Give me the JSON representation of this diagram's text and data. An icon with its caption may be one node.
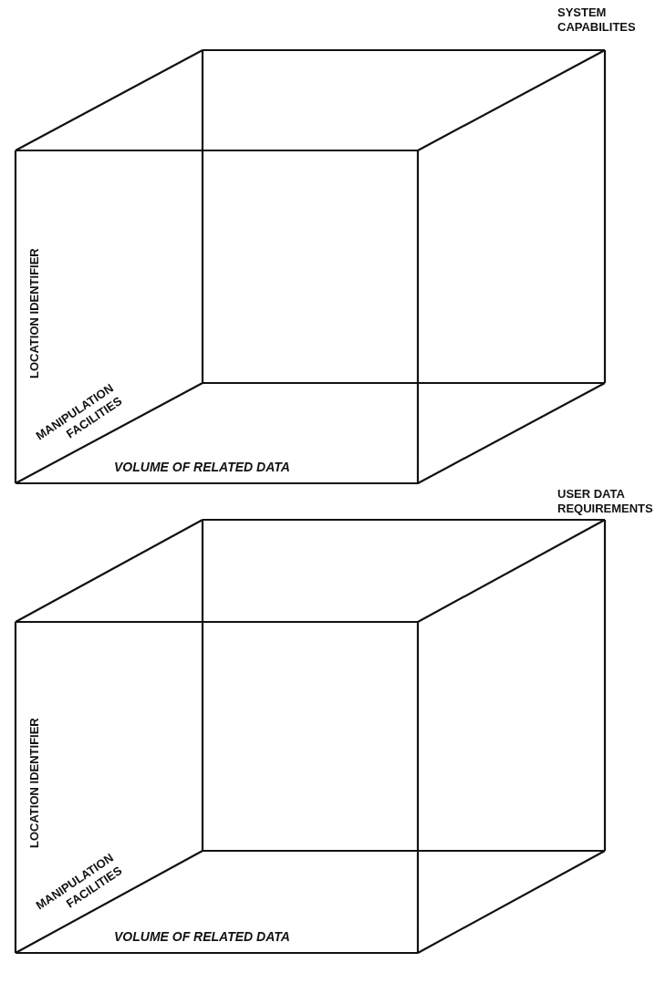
{
  "diagram": {
    "nodes": [
      {
        "text": [
          "SYSTEM CAPABILITES",
          "LOCATION IDENTIFIER",
          "MANIPULATION FACILITIES",
          "VOLUME OF RELATED DATA"
        ]
      },
      {
        "text": [
          "USER DATA REQUIREMENTS",
          "LOCATION IDENTIFIER",
          "MANIPULATION FACILITIES",
          "VOLUME OF RELATED DATA"
        ]
      }
    ]
  }
}
